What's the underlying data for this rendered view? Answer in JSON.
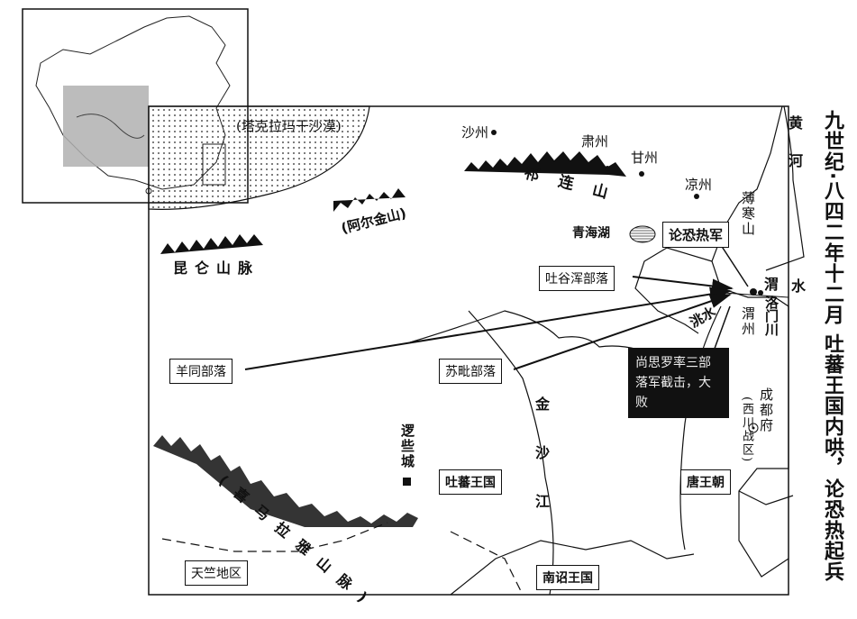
{
  "title": "九世纪·八四二年十二月 吐蕃王国内哄，论恐热起兵",
  "places": {
    "desert": "(塔克拉玛干沙漠)",
    "shazhou": "沙州",
    "suzhou": "肃州",
    "ganzhou": "甘州",
    "liangzhou": "凉州",
    "qilian": "祁连山",
    "aerjin": "(阿尔金山)",
    "kunlun": "昆仑山脉",
    "qinghai_lake": "青海湖",
    "bohanshan": "薄寒山",
    "huanghe": "黄河",
    "weishui_a": "渭",
    "weishui_b": "水",
    "luomenchuan": "洛门川",
    "weizhou": "渭州",
    "taoshui": "洮水",
    "jinsha": "金沙江",
    "chengdu": "成都府",
    "xichuan": "(西川战区)",
    "lhasa": "逻些城",
    "himalaya": "(喜马拉雅山脉)"
  },
  "boxes": {
    "lun_army": "论恐热军",
    "tuyuhun": "吐谷浑部落",
    "yangtong": "羊同部落",
    "supi": "苏毗部落",
    "tubo": "吐蕃王国",
    "tang": "唐王朝",
    "tianzhu": "天竺地区",
    "nanzhao": "南诏王国"
  },
  "note": "尚思罗率三部落军截击，大败",
  "colors": {
    "ink": "#111111",
    "highlight": "#b0b0b0"
  }
}
